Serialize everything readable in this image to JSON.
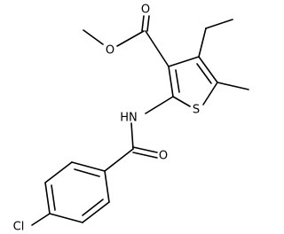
{
  "molecule": {
    "atom_labels": {
      "carbonyl_oxygen_ester": "O",
      "ester_oxygen": "O",
      "thiophene_sulfur": "S",
      "amide_nitrogen": "HN",
      "amide_oxygen": "O",
      "chlorine": "Cl"
    }
  }
}
